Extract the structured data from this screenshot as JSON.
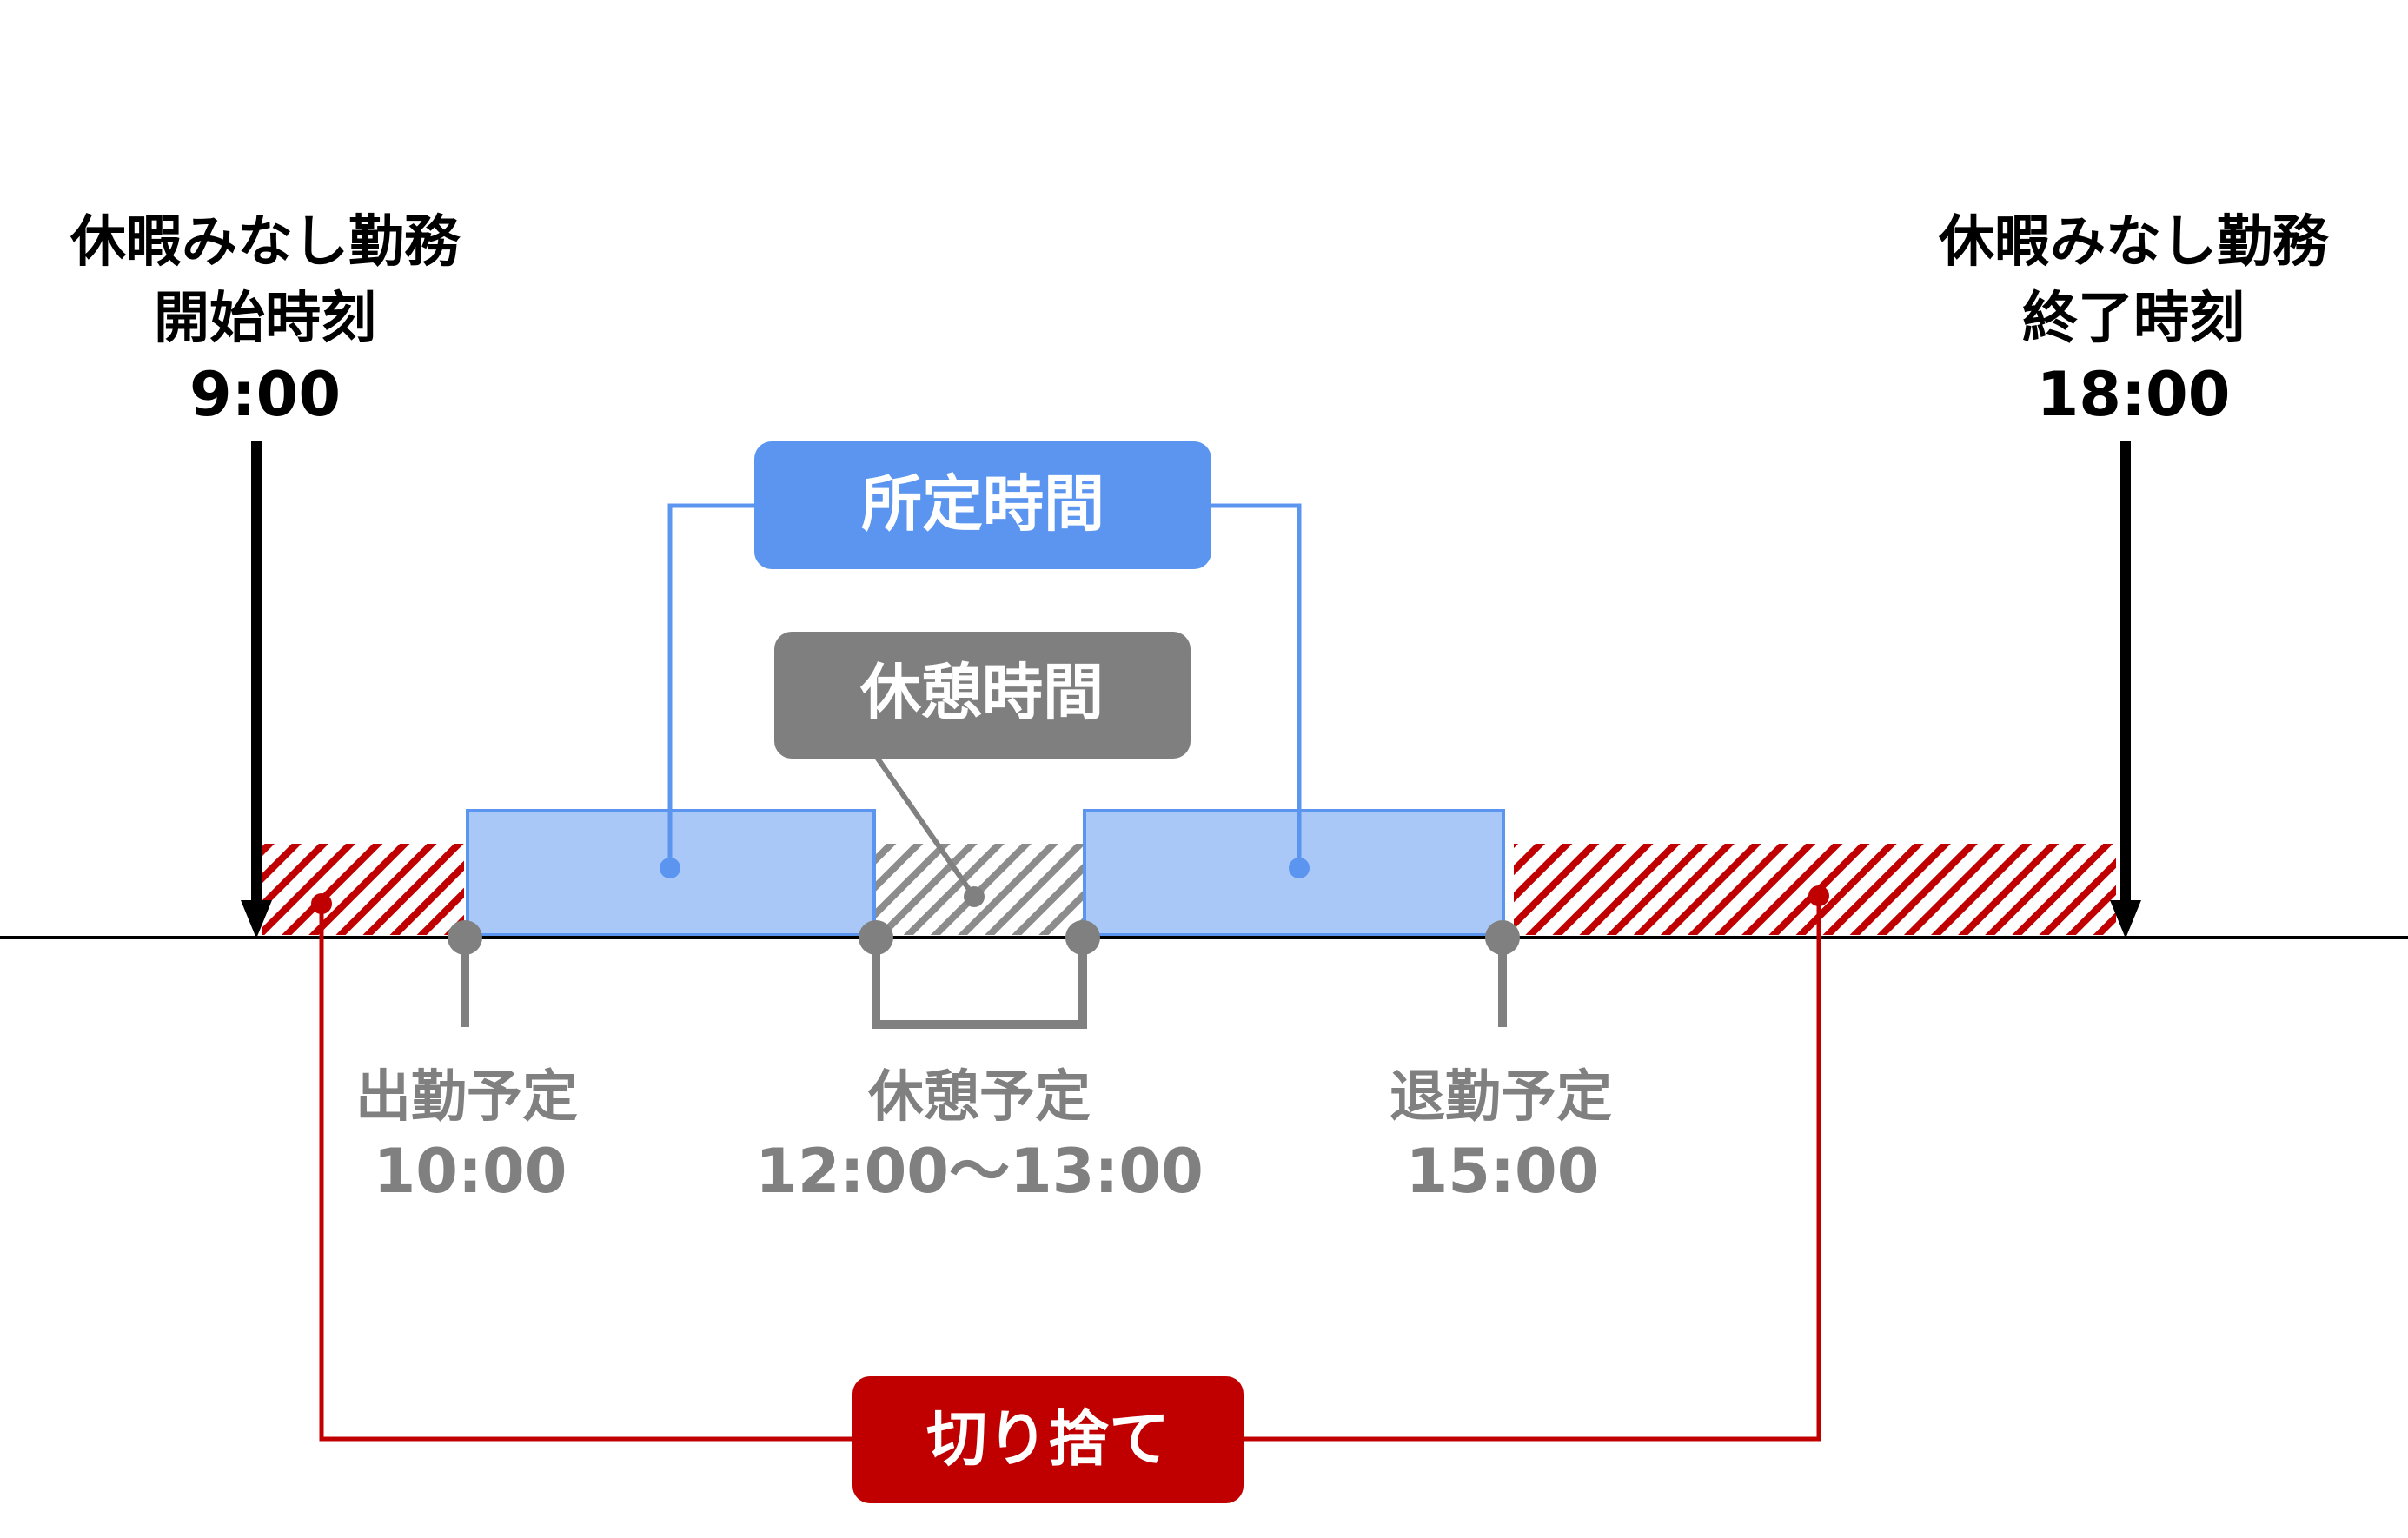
{
  "start_marker": {
    "line1": "休暇みなし勤務",
    "line2": "開始時刻",
    "time": "9:00"
  },
  "end_marker": {
    "line1": "休暇みなし勤務",
    "line2": "終了時刻",
    "time": "18:00"
  },
  "scheduled_hours_label": "所定時間",
  "break_time_label": "休憩時間",
  "clock_in": {
    "label": "出勤予定",
    "time": "10:00"
  },
  "break_plan": {
    "label": "休憩予定",
    "time": "12:00〜13:00"
  },
  "clock_out": {
    "label": "退勤予定",
    "time": "15:00"
  },
  "truncated_label": "切り捨て",
  "colors": {
    "scheduled": "#5b95f0",
    "scheduled_fill": "#aac8f7",
    "break": "#808080",
    "truncated": "#c00000",
    "marker": "#000000"
  }
}
